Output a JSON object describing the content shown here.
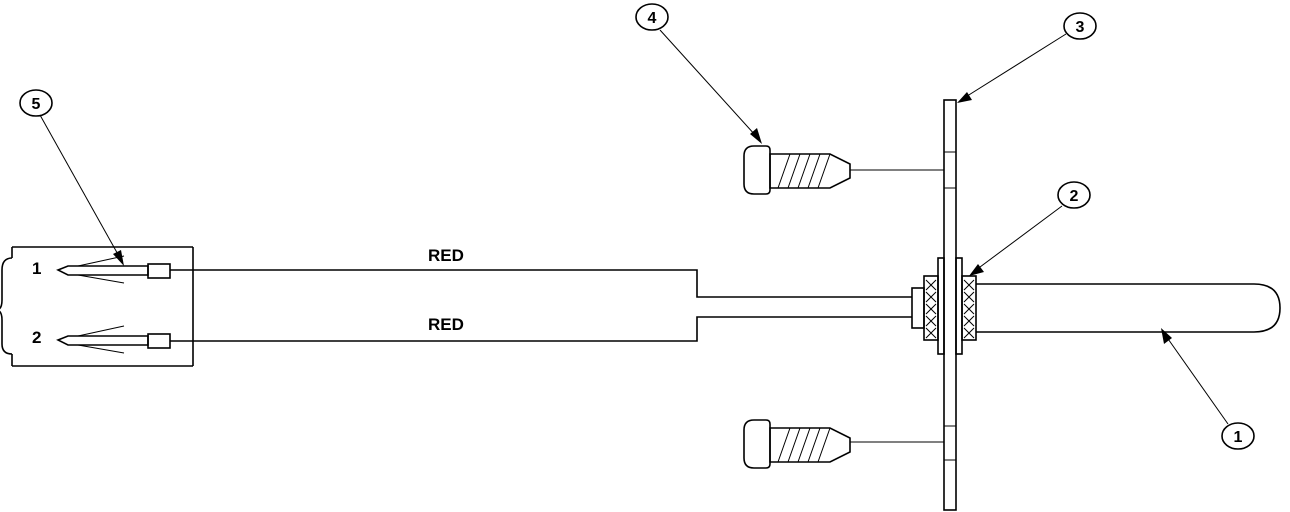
{
  "callouts": [
    {
      "id": "1",
      "label": "1"
    },
    {
      "id": "2",
      "label": "2"
    },
    {
      "id": "3",
      "label": "3"
    },
    {
      "id": "4",
      "label": "4"
    },
    {
      "id": "5",
      "label": "5"
    }
  ],
  "wires": {
    "top_label": "RED",
    "bottom_label": "RED"
  },
  "connector": {
    "pin1_label": "1",
    "pin2_label": "2"
  }
}
